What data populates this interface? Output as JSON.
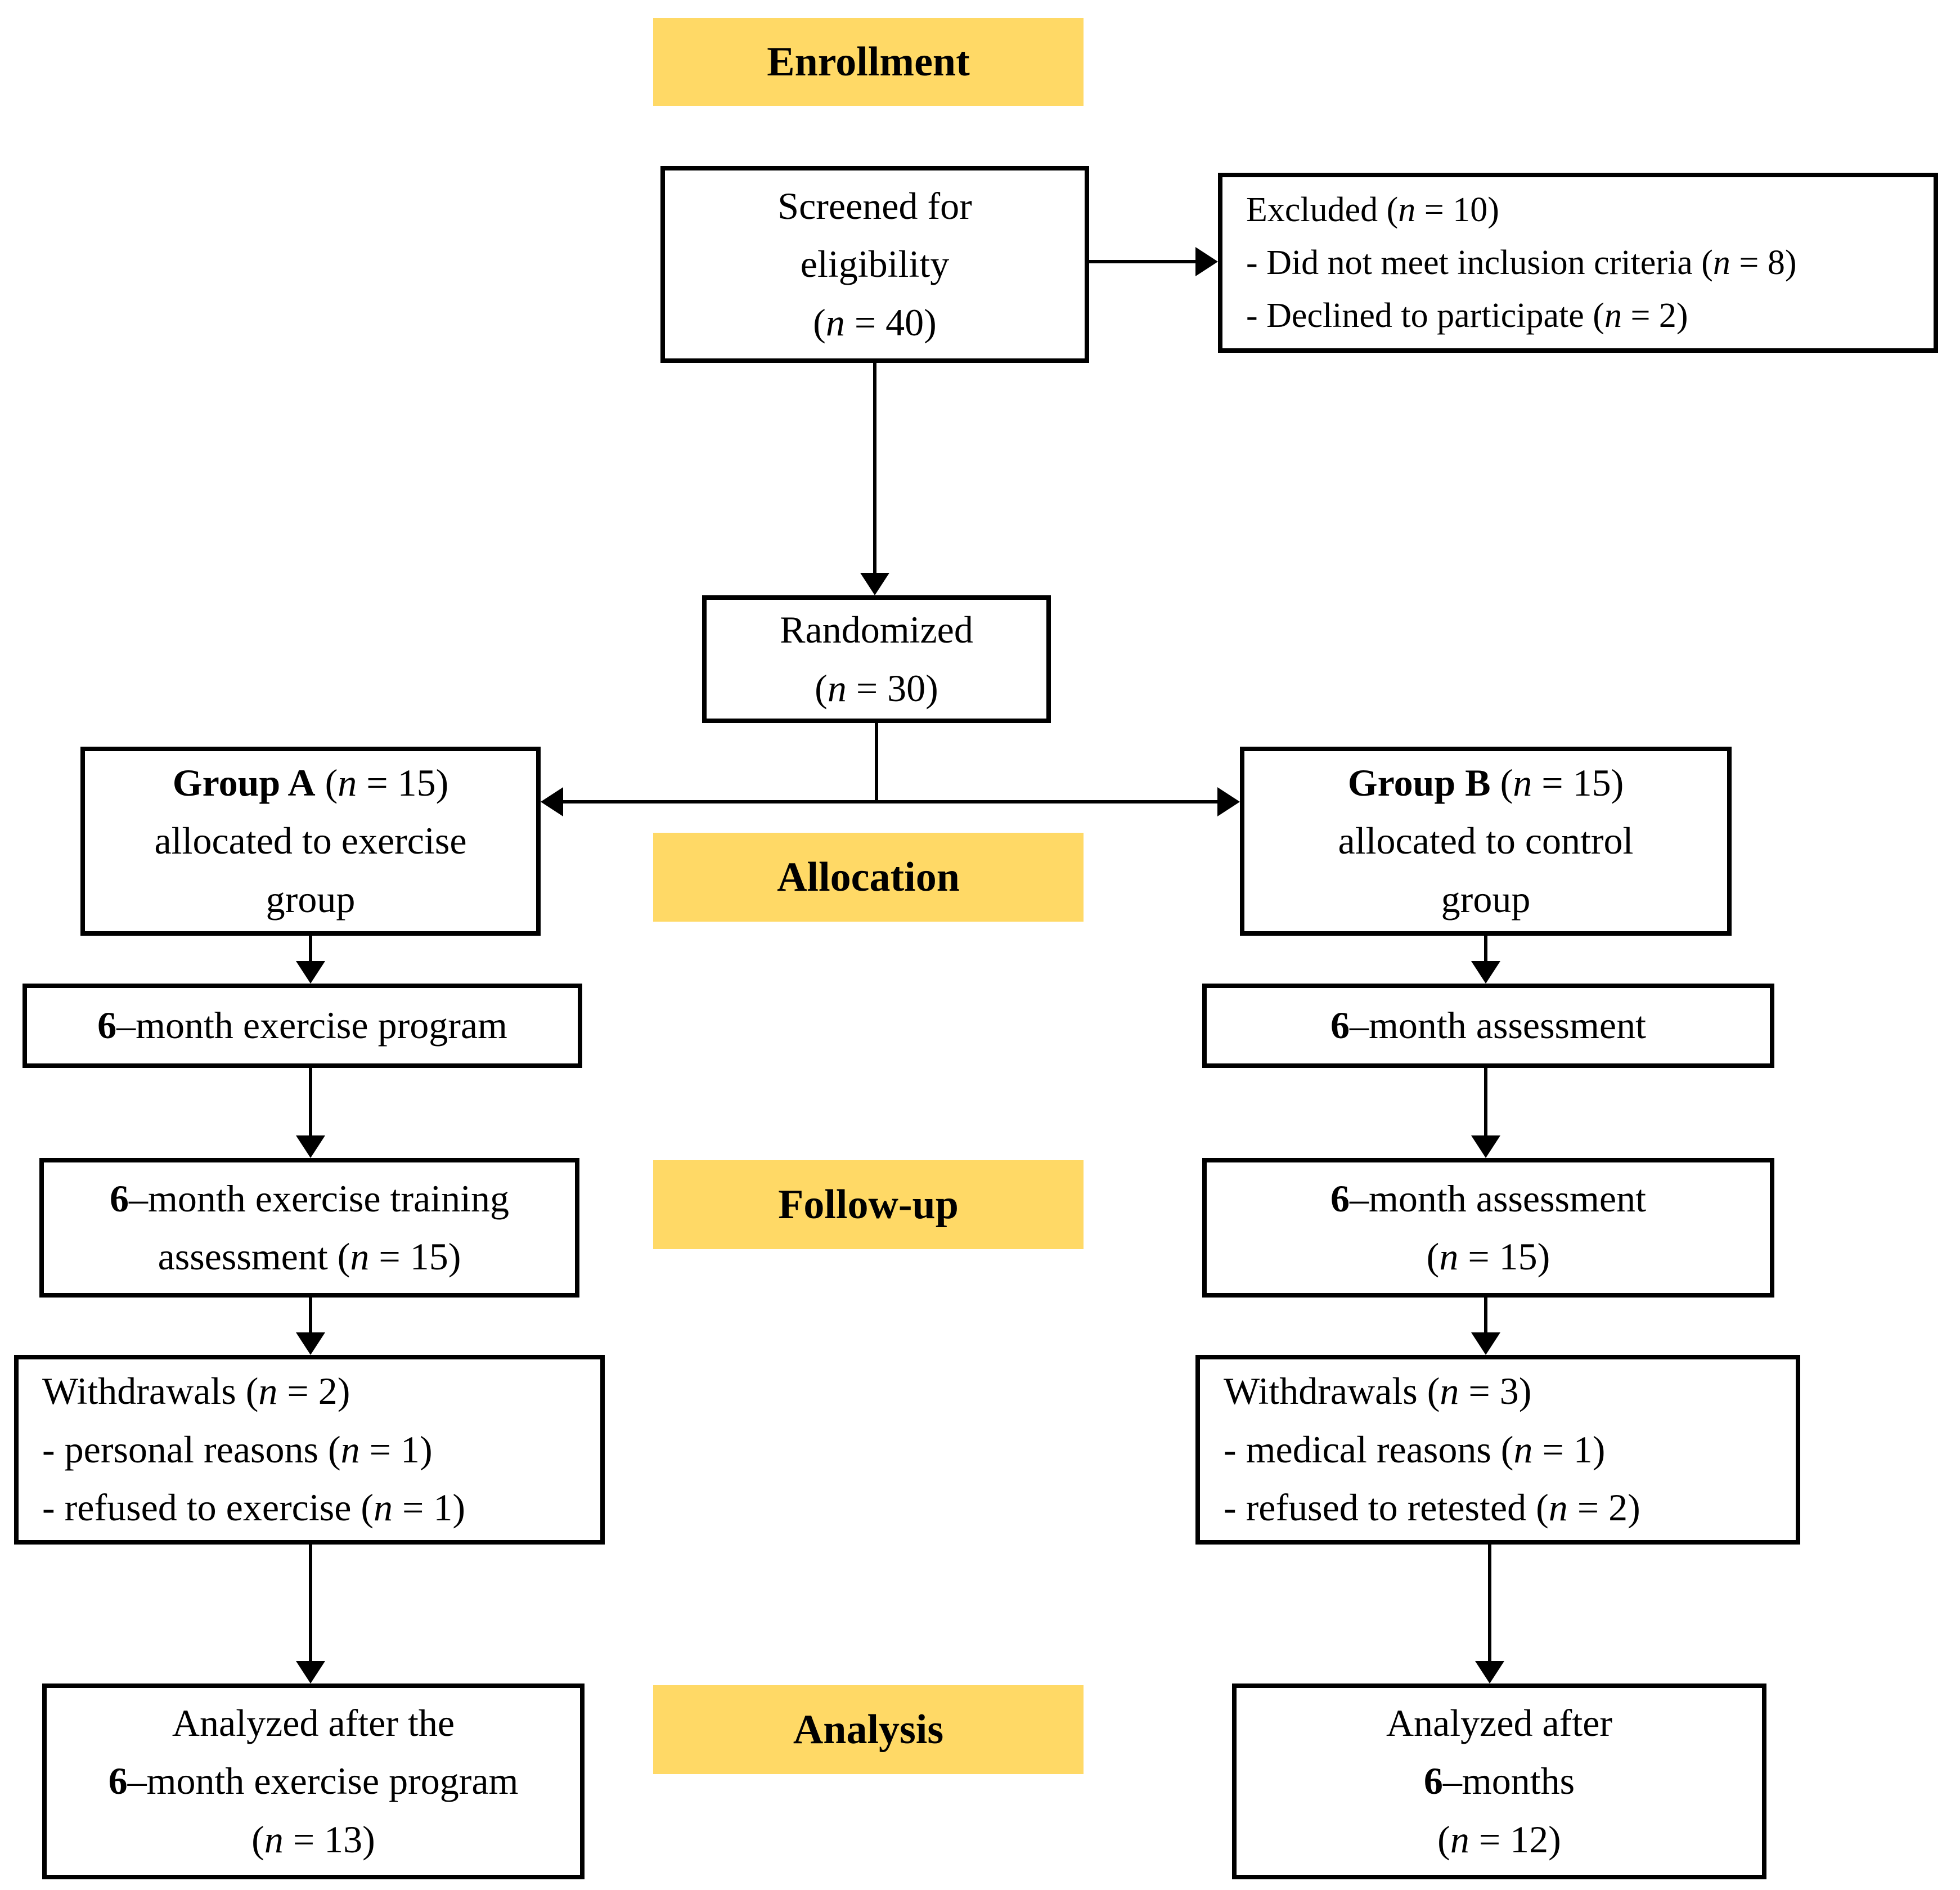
{
  "diagram": {
    "type": "consort-flow-diagram",
    "colors": {
      "phase_label_bg": "#FFD966",
      "box_bg": "#FFFFFF",
      "box_border": "#000000",
      "text": "#000000",
      "arrow": "#000000"
    },
    "phase_labels": {
      "enrollment": "Enrollment",
      "allocation": "Allocation",
      "followup": "Follow-up",
      "analysis": "Analysis"
    },
    "boxes": {
      "screened": {
        "lines": [
          "Screened for",
          "eligibility",
          "(*n* = 40)"
        ]
      },
      "excluded": {
        "lines": [
          "Excluded (*n* = 10)",
          "- Did not meet inclusion criteria (*n* = 8)",
          "- Declined to participate (*n* = 2)"
        ]
      },
      "randomized": {
        "lines": [
          "Randomized",
          "(*n* = 30)"
        ]
      },
      "group_a": {
        "lines": [
          "**Group A** (*n* = 15)",
          "allocated to exercise",
          "group"
        ]
      },
      "group_b": {
        "lines": [
          "**Group B** (*n* = 15)",
          "allocated to control",
          "group"
        ]
      },
      "exercise_program": {
        "lines": [
          "**6**–month exercise program"
        ]
      },
      "control_assessment_1": {
        "lines": [
          "**6**–month assessment"
        ]
      },
      "exercise_training_assessment": {
        "lines": [
          "**6**–month exercise training",
          "assessment (*n* = 15)"
        ]
      },
      "control_assessment_2": {
        "lines": [
          "**6**–month assessment",
          "(*n* = 15)"
        ]
      },
      "withdrawals_a": {
        "lines": [
          "Withdrawals (*n* = 2)",
          "- personal reasons (*n* = 1)",
          "- refused to exercise (*n* = 1)"
        ]
      },
      "withdrawals_b": {
        "lines": [
          "Withdrawals (*n* = 3)",
          "- medical reasons (*n* = 1)",
          "- refused to retested (*n* = 2)"
        ]
      },
      "analyzed_a": {
        "lines": [
          "Analyzed after the",
          "**6**–month exercise program",
          "(*n* = 13)"
        ]
      },
      "analyzed_b": {
        "lines": [
          "Analyzed after",
          "**6**–months",
          "(*n* = 12)"
        ]
      }
    }
  }
}
